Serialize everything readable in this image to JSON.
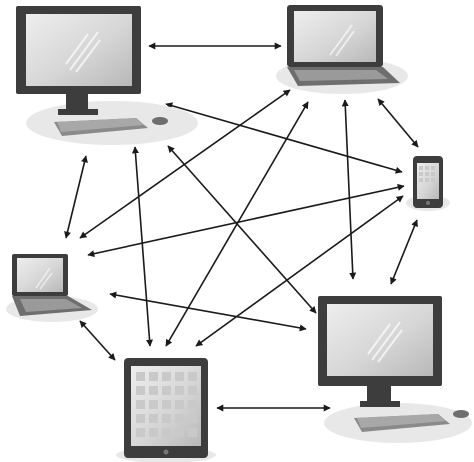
{
  "diagram": {
    "colors": {
      "background": "#ffffff",
      "arrow": "#1a1a1a",
      "device_frame": "#3d3d3d",
      "device_frame_light": "#6e6e6e",
      "screen_light": "#e4e4e4",
      "screen_mid": "#bdbdbd",
      "shadow": "#e8e8e8",
      "keyboard": "#8a8a8a"
    },
    "nodes": [
      {
        "id": "desktop-top-left",
        "kind": "desktop monitor",
        "icon": "desktop-monitor-icon"
      },
      {
        "id": "laptop-top-right",
        "kind": "laptop",
        "icon": "laptop-icon"
      },
      {
        "id": "phone-right",
        "kind": "smartphone",
        "icon": "smartphone-icon"
      },
      {
        "id": "laptop-left",
        "kind": "laptop",
        "icon": "laptop-icon"
      },
      {
        "id": "desktop-bottom-right",
        "kind": "desktop monitor",
        "icon": "desktop-monitor-icon"
      },
      {
        "id": "tablet-bottom",
        "kind": "tablet",
        "icon": "tablet-icon"
      }
    ],
    "edges": [
      {
        "from": "desktop-top-left",
        "to": "laptop-top-right",
        "direction": "both"
      },
      {
        "from": "desktop-top-left",
        "to": "phone-right",
        "direction": "both"
      },
      {
        "from": "desktop-top-left",
        "to": "laptop-left",
        "direction": "both"
      },
      {
        "from": "desktop-top-left",
        "to": "desktop-bottom-right",
        "direction": "both"
      },
      {
        "from": "desktop-top-left",
        "to": "tablet-bottom",
        "direction": "both"
      },
      {
        "from": "laptop-top-right",
        "to": "phone-right",
        "direction": "both"
      },
      {
        "from": "laptop-top-right",
        "to": "laptop-left",
        "direction": "both"
      },
      {
        "from": "laptop-top-right",
        "to": "desktop-bottom-right",
        "direction": "both"
      },
      {
        "from": "laptop-top-right",
        "to": "tablet-bottom",
        "direction": "both"
      },
      {
        "from": "phone-right",
        "to": "laptop-left",
        "direction": "both"
      },
      {
        "from": "phone-right",
        "to": "desktop-bottom-right",
        "direction": "both"
      },
      {
        "from": "phone-right",
        "to": "tablet-bottom",
        "direction": "both"
      },
      {
        "from": "laptop-left",
        "to": "desktop-bottom-right",
        "direction": "both"
      },
      {
        "from": "laptop-left",
        "to": "tablet-bottom",
        "direction": "both"
      },
      {
        "from": "tablet-bottom",
        "to": "desktop-bottom-right",
        "direction": "both"
      }
    ]
  }
}
